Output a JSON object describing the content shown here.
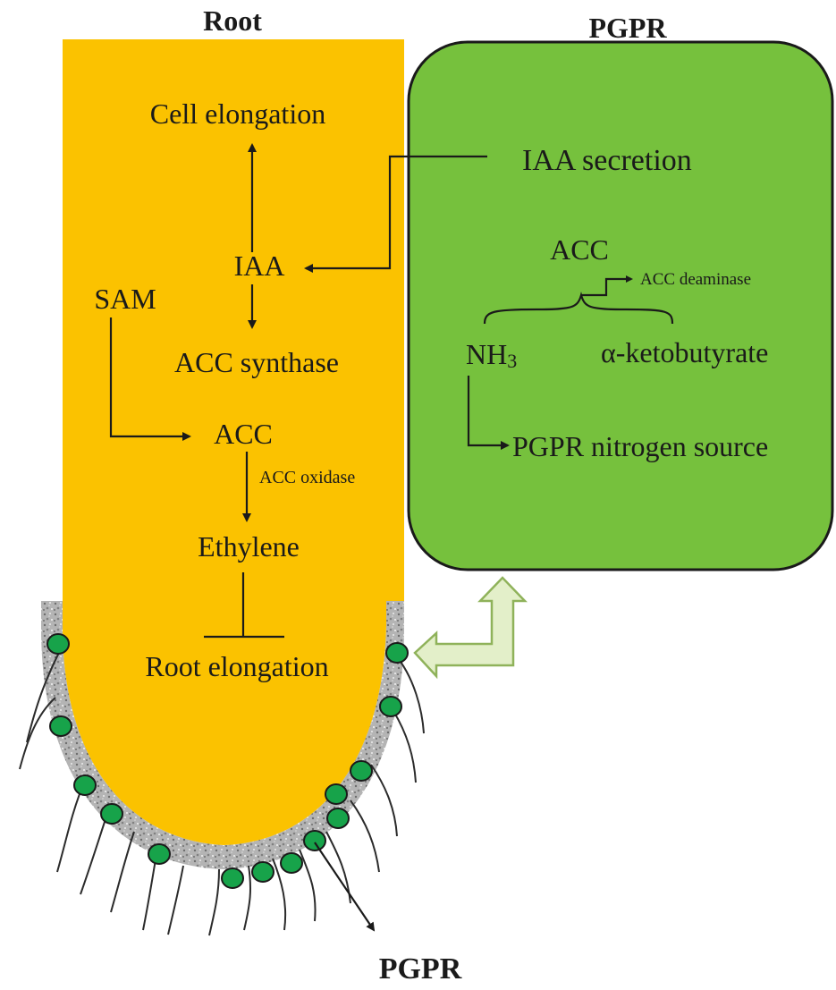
{
  "titles": {
    "root": "Root",
    "pgpr_box": "PGPR",
    "pgpr_bottom": "PGPR"
  },
  "root_labels": {
    "cell_elongation": "Cell elongation",
    "iaa": "IAA",
    "sam": "SAM",
    "acc_synthase": "ACC synthase",
    "acc": "ACC",
    "acc_oxidase": "ACC oxidase",
    "ethylene": "Ethylene",
    "root_elongation": "Root elongation"
  },
  "pgpr_labels": {
    "iaa_secretion": "IAA secretion",
    "acc": "ACC",
    "acc_deaminase": "ACC deaminase",
    "nh3_base": "NH",
    "nh3_sub": "3",
    "ketobutyrate": "α-ketobutyrate",
    "nitrogen_source": "PGPR nitrogen source"
  },
  "colors": {
    "root_fill": "#fbc200",
    "pgpr_fill": "#76c13d",
    "arrow_fill": "#e3efc9",
    "arrow_stroke": "#8fb25a",
    "bacteria_fill": "#17a34a",
    "rhizosphere": "#a9a9a9",
    "ink": "#1a1a1a"
  }
}
